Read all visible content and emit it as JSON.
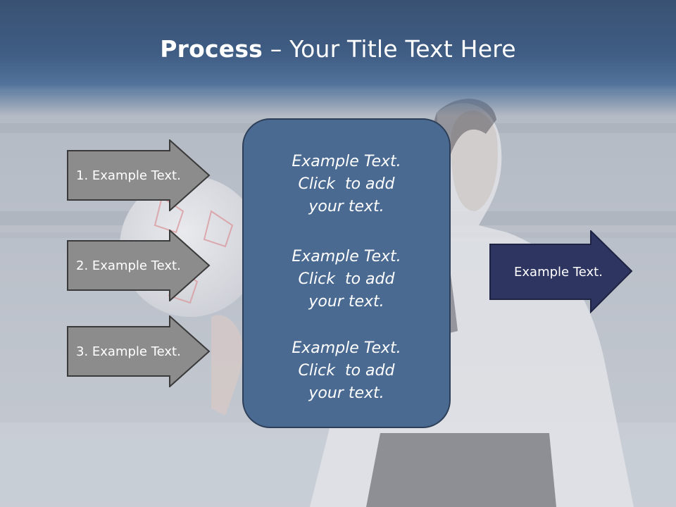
{
  "slide": {
    "title_bold": "Process",
    "title_rest": " – Your Title Text Here"
  },
  "left_arrows": [
    {
      "label": "1. Example Text."
    },
    {
      "label": "2. Example Text."
    },
    {
      "label": "3. Example Text."
    }
  ],
  "center_panel": {
    "blocks": [
      {
        "line1": "Example Text.",
        "line2": "Click  to add",
        "line3": "your text."
      },
      {
        "line1": "Example Text.",
        "line2": "Click  to add",
        "line3": "your text."
      },
      {
        "line1": "Example Text.",
        "line2": "Click  to add",
        "line3": "your text."
      }
    ]
  },
  "right_arrow": {
    "label": "Example Text."
  },
  "colors": {
    "header": "#3f5c83",
    "left_arrow_fill": "#8c8c8c",
    "center_panel_fill": "#4a6a92",
    "right_arrow_fill": "#2e3561"
  }
}
